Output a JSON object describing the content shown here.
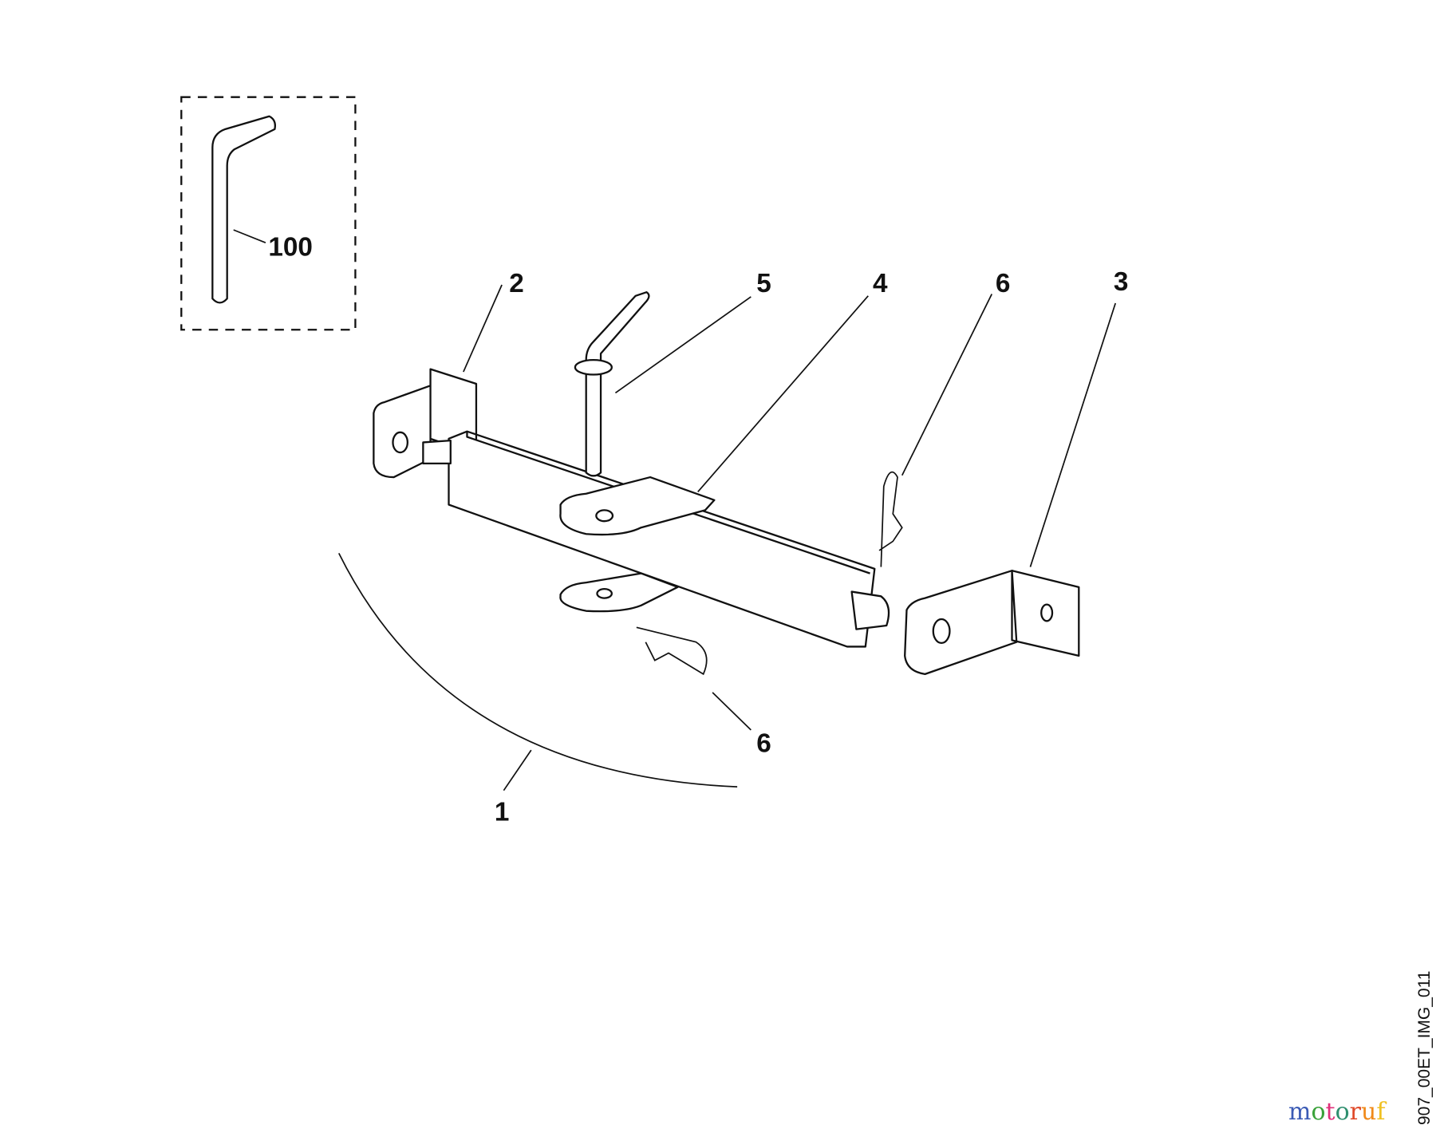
{
  "callouts": {
    "kit": "100",
    "bracket_left": "2",
    "pin": "5",
    "drawbar_plate": "4",
    "clip_top": "6",
    "bracket_right": "3",
    "clip_bottom": "6",
    "assembly": "1"
  },
  "image_code": "907_00ET_IMG_011",
  "logo": {
    "text": "motoruf",
    "letters": [
      "m",
      "o",
      "t",
      "o",
      "r",
      "u",
      "f"
    ],
    "colors": [
      "#3b5bb5",
      "#3aa23a",
      "#e0307a",
      "#2f8f6f",
      "#e04a2a",
      "#f08a1a",
      "#f0c020"
    ]
  }
}
